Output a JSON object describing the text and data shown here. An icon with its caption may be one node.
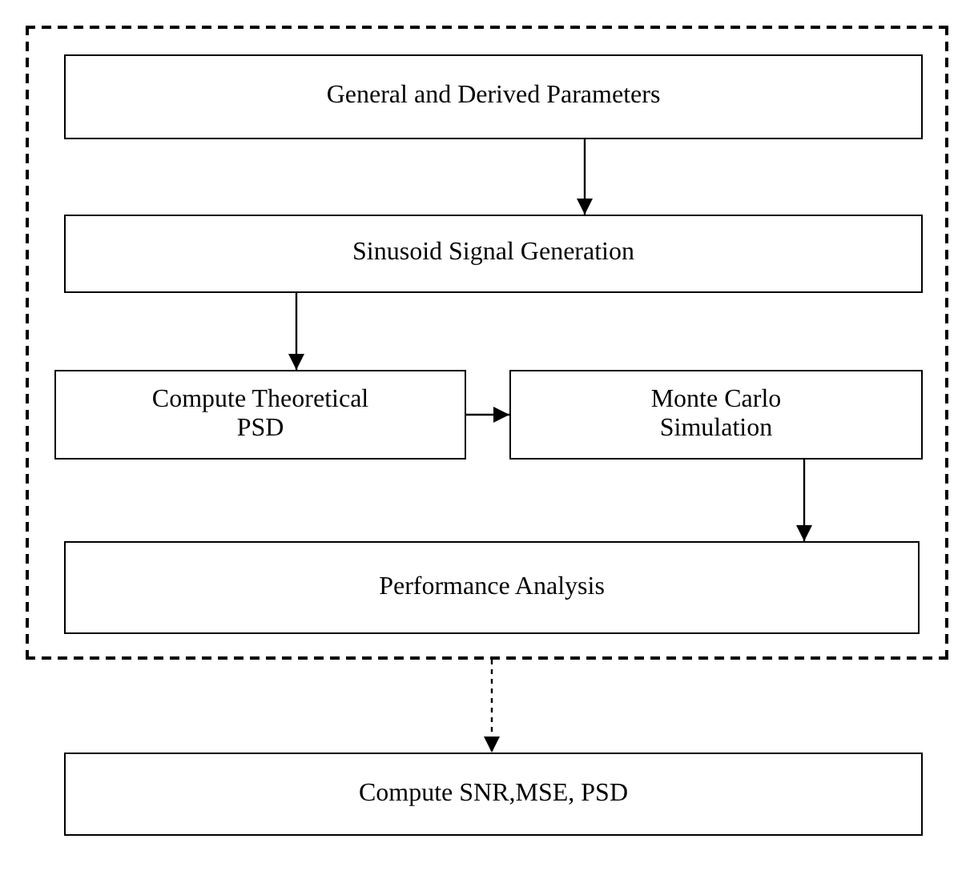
{
  "diagram": {
    "nodes": [
      {
        "text": [],
        "shape": "box"
      },
      {
        "text": [
          "General and Derived Parameters"
        ],
        "in": 0
      },
      {
        "text": [
          "Sinusoid Signal Generation"
        ],
        "in": 0
      },
      {
        "text": [
          "Compute Theoretical PSD"
        ],
        "in": 0
      },
      {
        "text": [
          "Monte Carlo Simulation"
        ],
        "in": 0
      },
      {
        "text": [
          "Performance Analysis"
        ],
        "in": 0
      },
      {
        "text": [
          "Compute SNR,MSE, PSD"
        ]
      }
    ],
    "edges": [
      {
        "from": 1,
        "to": 2,
        "arrow": "to"
      },
      {
        "from": 2,
        "to": 3,
        "arrow": "to"
      },
      {
        "from": 3,
        "to": 4,
        "arrow": "to"
      },
      {
        "from": 4,
        "to": 5,
        "arrow": "to"
      },
      {
        "from": 0,
        "to": 6,
        "arrow": "to",
        "style": "dashed"
      }
    ]
  }
}
